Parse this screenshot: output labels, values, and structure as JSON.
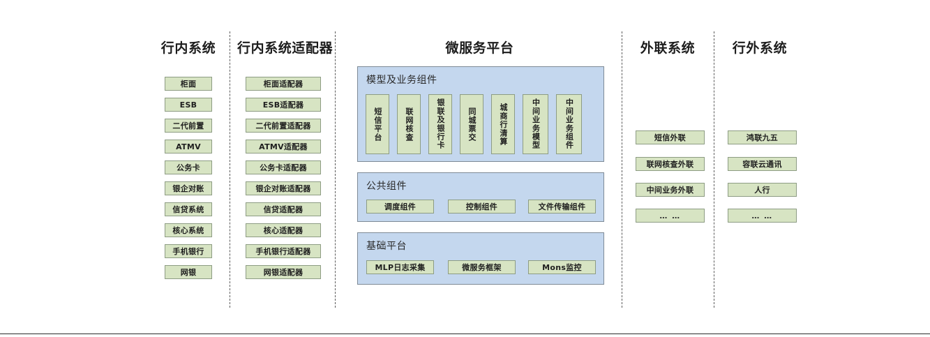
{
  "diagram": {
    "title_font_color": "#1c1c1c",
    "node_fill": "#d7e4c3",
    "node_border": "#8d9c83",
    "panel_fill": "#c4d7ee",
    "panel_border": "#7e8a96",
    "divider_color": "#5b5b5b"
  },
  "columns": [
    {
      "id": "in-bank-systems",
      "title": "行内系统",
      "items": [
        {
          "label": "柜面"
        },
        {
          "label": "ESB"
        },
        {
          "label": "二代前置"
        },
        {
          "label": "ATMV"
        },
        {
          "label": "公务卡"
        },
        {
          "label": "银企对账"
        },
        {
          "label": "信贷系统"
        },
        {
          "label": "核心系统"
        },
        {
          "label": "手机银行"
        },
        {
          "label": "网银"
        }
      ]
    },
    {
      "id": "in-bank-adapters",
      "title": "行内系统适配器",
      "items": [
        {
          "label": "柜面适配器"
        },
        {
          "label": "ESB适配器"
        },
        {
          "label": "二代前置适配器"
        },
        {
          "label": "ATMV适配器"
        },
        {
          "label": "公务卡适配器"
        },
        {
          "label": "银企对账适配器"
        },
        {
          "label": "信贷适配器"
        },
        {
          "label": "核心适配器"
        },
        {
          "label": "手机银行适配器"
        },
        {
          "label": "网银适配器"
        }
      ]
    },
    {
      "id": "microservice-platform",
      "title": "微服务平台",
      "panels": [
        {
          "id": "model-business-components",
          "title": "模型及业务组件",
          "orientation": "vertical",
          "items": [
            {
              "label": "短信平台"
            },
            {
              "label": "联网核查"
            },
            {
              "label": "银联及银行卡"
            },
            {
              "label": "同城票交"
            },
            {
              "label": "城商行清算"
            },
            {
              "label": "中间业务模型"
            },
            {
              "label": "中间业务组件"
            }
          ]
        },
        {
          "id": "public-components",
          "title": "公共组件",
          "orientation": "horizontal",
          "items": [
            {
              "label": "调度组件"
            },
            {
              "label": "控制组件"
            },
            {
              "label": "文件传输组件"
            }
          ]
        },
        {
          "id": "base-platform",
          "title": "基础平台",
          "orientation": "horizontal",
          "items": [
            {
              "label": "MLP日志采集"
            },
            {
              "label": "微服务框架"
            },
            {
              "label": "Mons监控"
            }
          ]
        }
      ]
    },
    {
      "id": "external-link-systems",
      "title": "外联系统",
      "items": [
        {
          "label": "短信外联"
        },
        {
          "label": "联网核查外联"
        },
        {
          "label": "中间业务外联"
        },
        {
          "label": "… …"
        }
      ]
    },
    {
      "id": "off-bank-systems",
      "title": "行外系统",
      "items": [
        {
          "label": "鸿联九五"
        },
        {
          "label": "容联云通讯"
        },
        {
          "label": "人行"
        },
        {
          "label": "… …"
        }
      ]
    }
  ]
}
